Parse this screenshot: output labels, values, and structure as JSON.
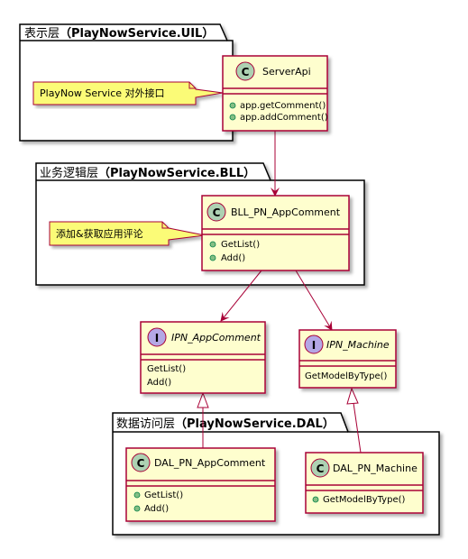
{
  "packages": {
    "uil": {
      "name": "表示层",
      "paren_open": "（",
      "ns": "PlayNowService.UIL",
      "paren_close": "）"
    },
    "bll": {
      "name": "业务逻辑层",
      "paren_open": "（",
      "ns": "PlayNowService.BLL",
      "paren_close": "）"
    },
    "dal": {
      "name": "数据访问层",
      "paren_open": "（",
      "ns": "PlayNowService.DAL",
      "paren_close": "）"
    }
  },
  "classes": {
    "server_api": {
      "letter": "C",
      "name": "ServerApi",
      "methods": [
        "app.getComment()",
        "app.addComment()"
      ]
    },
    "bll_comment": {
      "letter": "C",
      "name": "BLL_PN_AppComment",
      "methods": [
        "GetList()",
        "Add()"
      ]
    },
    "ipn_comment": {
      "letter": "I",
      "name": "IPN_AppComment",
      "methods": [
        "GetList()",
        "Add()"
      ]
    },
    "ipn_machine": {
      "letter": "I",
      "name": "IPN_Machine",
      "methods": [
        "GetModelByType()"
      ]
    },
    "dal_comment": {
      "letter": "C",
      "name": "DAL_PN_AppComment",
      "methods": [
        "GetList()",
        "Add()"
      ]
    },
    "dal_machine": {
      "letter": "C",
      "name": "DAL_PN_Machine",
      "methods": [
        "GetModelByType()"
      ]
    }
  },
  "notes": {
    "uil_note": "PlayNow Service 对外接口",
    "bll_note": "添加&获取应用评论"
  },
  "colors": {
    "class_fill": "#FEFECE",
    "border": "#A80036",
    "class_circle": "#ADD1B2",
    "interface_circle": "#B4A7E5",
    "note_fill": "#FBFB77",
    "package_border": "#000000"
  }
}
